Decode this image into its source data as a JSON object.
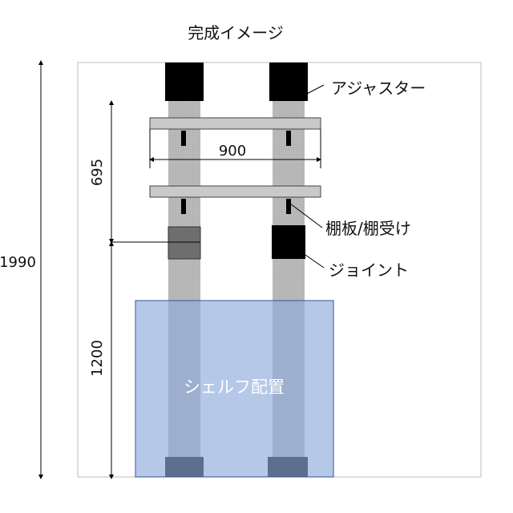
{
  "title": "完成イメージ",
  "labels": {
    "adjuster": "アジャスター",
    "shelf": "棚板/棚受け",
    "joint": "ジョイント",
    "placement": "シェルフ配置"
  },
  "dimensions": {
    "total_height": "1990",
    "upper_height": "695",
    "width": "900",
    "lower_height": "1200"
  },
  "colors": {
    "pole": "#b8b8b8",
    "cap": "#000000",
    "joint_left": "#6e6e6e",
    "overlay_fill": "#8eaadb",
    "overlay_stroke": "#2f5597"
  }
}
